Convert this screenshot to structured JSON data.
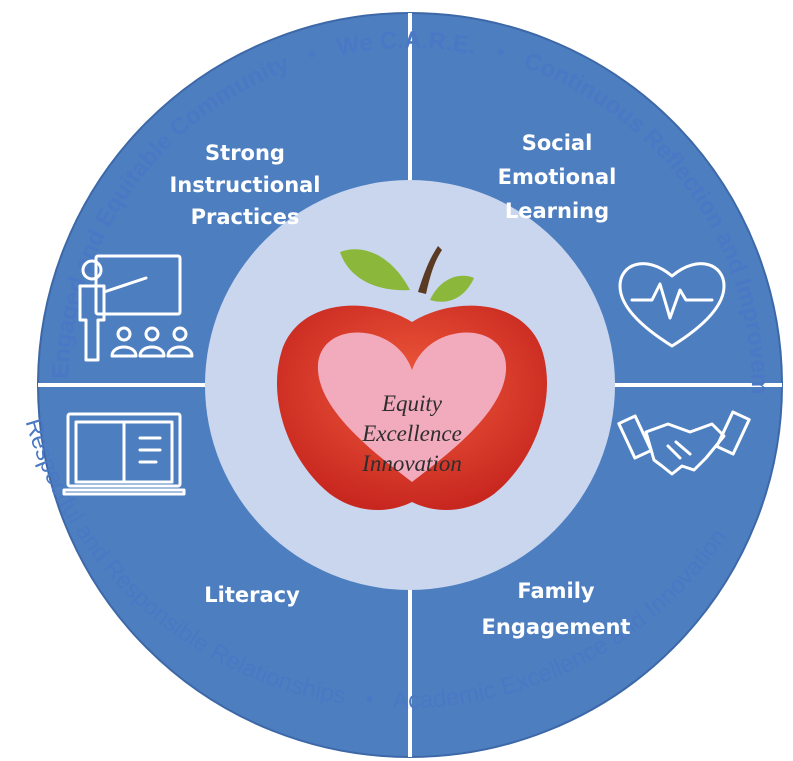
{
  "ring": {
    "top_title": "We C.A.R.E.",
    "right_arc": "Continuous Reflection and Improvement",
    "bottom_right_arc": "Academic Excellence and Innovation",
    "bottom_left_arc": "Respectful and Responsible Relationships",
    "left_arc": "Engaged and Equitable Community",
    "separator": "•"
  },
  "quadrants": {
    "top_left": {
      "line1": "Strong",
      "line2": "Instructional",
      "line3": "Practices",
      "icon": "teacher-presentation-icon"
    },
    "top_right": {
      "line1": "Social",
      "line2": "Emotional",
      "line3": "Learning",
      "icon": "heartbeat-icon"
    },
    "bottom_left": {
      "line1": "Literacy",
      "icon": "open-book-icon"
    },
    "bottom_right": {
      "line1": "Family",
      "line2": "Engagement",
      "icon": "handshake-icon"
    }
  },
  "center": {
    "line1": "Equity",
    "line2": "Excellence",
    "line3": "Innovation",
    "icon": "apple-heart-icon"
  },
  "colors": {
    "quadrant_fill": "#4d7ec0",
    "ring_text": "#4a78c4",
    "center_circle": "#c9d6ee",
    "apple_red": "#d9332a",
    "heart_pink": "#f2aabd",
    "leaf_green": "#8bb83a"
  }
}
